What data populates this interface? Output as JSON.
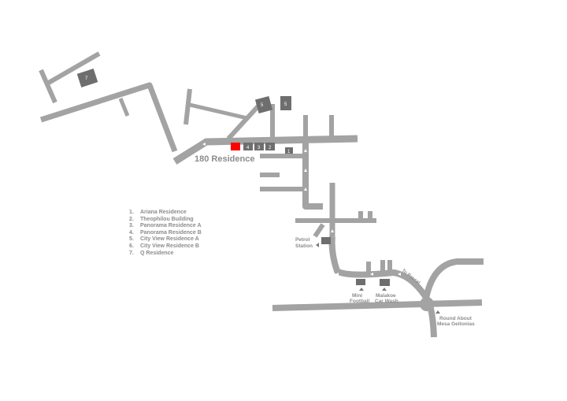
{
  "map": {
    "title": "180 Residence",
    "accent_color": "#ff0000",
    "road_color": "#a3a3a3",
    "building_color": "#6e6e6e",
    "buildings": [
      {
        "id": "1"
      },
      {
        "id": "2"
      },
      {
        "id": "3"
      },
      {
        "id": "4"
      },
      {
        "id": "5a"
      },
      {
        "id": "5b"
      },
      {
        "id": "7"
      }
    ],
    "building_labels": {
      "b1": "1",
      "b2": "2",
      "b3": "3",
      "b4": "4",
      "b5a": "5",
      "b5b": "5",
      "b7": "7"
    },
    "labels": {
      "petrol_1": "Petrol",
      "petrol_2": "Station",
      "mini_1": "Mini",
      "mini_2": "Football",
      "malakos_1": "Malakoe",
      "malakos_2": "Car Wash",
      "round_1": "Round About",
      "round_2": "Mesa Geitonias",
      "to_pascal": "To Pascal"
    }
  },
  "legend": [
    {
      "num": "1.",
      "name": "Ariana Residence"
    },
    {
      "num": "2.",
      "name": "Theophilou Building"
    },
    {
      "num": "3.",
      "name": "Panorama Residence A"
    },
    {
      "num": "4.",
      "name": "Panorama Residence B"
    },
    {
      "num": "5.",
      "name": "City View Residence A"
    },
    {
      "num": "6.",
      "name": "City View Residence B"
    },
    {
      "num": "7.",
      "name": "Q Residence"
    }
  ]
}
